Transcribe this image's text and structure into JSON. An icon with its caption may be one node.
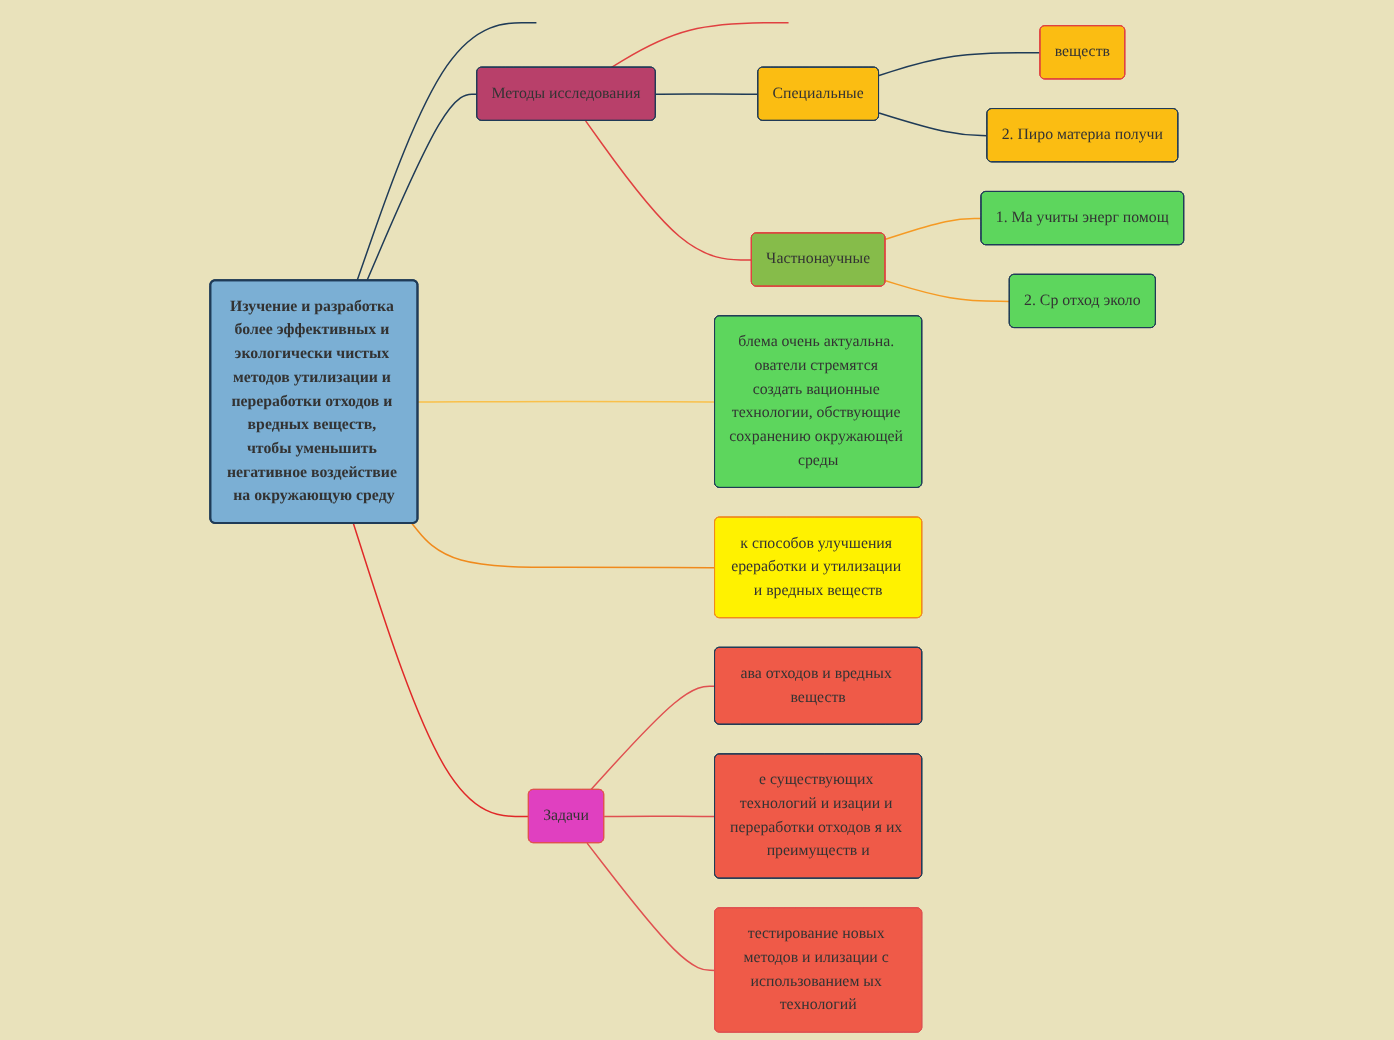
{
  "diagram": {
    "nodes": [
      {
        "text": [
          "Изучение и разработка более эффективных и экологически чистых методов утилизации и переработки отходов и вредных веществ, чтобы уменьшить негативное воздействие на окружающую среду"
        ]
      },
      {
        "text": [
          "Методы исследования"
        ]
      },
      {
        "text": [
          "Специальные"
        ]
      },
      {
        "text": [
          "веществ"
        ]
      },
      {
        "text": [
          "2. Пиро материа получи"
        ]
      },
      {
        "text": [
          "Частнонаучные"
        ]
      },
      {
        "text": [
          "1. Ма учиты энерг помощ"
        ]
      },
      {
        "text": [
          "2. Ср отход эколо"
        ]
      },
      {
        "text": [
          "блема очень актуальна. ователи стремятся создать вационные технологии, обствующие сохранению окружающей среды"
        ]
      },
      {
        "text": [
          "к способов улучшения ереработки и утилизации и вредных веществ"
        ]
      },
      {
        "text": [
          "Задачи"
        ]
      },
      {
        "text": [
          "ава отходов и вредных веществ"
        ]
      },
      {
        "text": [
          "е существующих технологий и изации и переработки отходов я их преимуществ и"
        ]
      },
      {
        "text": [
          "тестирование новых методов и илизации с использованием ых технологий"
        ]
      }
    ],
    "edges": [
      {
        "from": 0,
        "to": 1,
        "arrow": "none",
        "color": "#1f3b57"
      },
      {
        "from": 1,
        "to": 2,
        "arrow": "none",
        "color": "#1f3b57"
      },
      {
        "from": 1,
        "to": 5,
        "arrow": "none",
        "color": "#e04040"
      },
      {
        "from": 2,
        "to": 3,
        "arrow": "none",
        "color": "#1f3b57"
      },
      {
        "from": 2,
        "to": 4,
        "arrow": "none",
        "color": "#1f3b57"
      },
      {
        "from": 5,
        "to": 6,
        "arrow": "none",
        "color": "#f59a23"
      },
      {
        "from": 5,
        "to": 7,
        "arrow": "none",
        "color": "#f59a23"
      },
      {
        "from": 0,
        "to": 8,
        "arrow": "none",
        "color": "#f9c04a"
      },
      {
        "from": 0,
        "to": 9,
        "arrow": "none",
        "color": "#f08a1c"
      },
      {
        "from": 0,
        "to": 10,
        "arrow": "none",
        "color": "#e02828"
      },
      {
        "from": 10,
        "to": 11,
        "arrow": "none",
        "color": "#e05050"
      },
      {
        "from": 10,
        "to": 12,
        "arrow": "none",
        "color": "#e05050"
      },
      {
        "from": 10,
        "to": 13,
        "arrow": "none",
        "color": "#e05050"
      },
      {
        "from": 0,
        "to": null,
        "arrow": "none",
        "color": "#1f3b57"
      },
      {
        "from": 1,
        "to": null,
        "arrow": "none",
        "color": "#e04040"
      }
    ]
  }
}
